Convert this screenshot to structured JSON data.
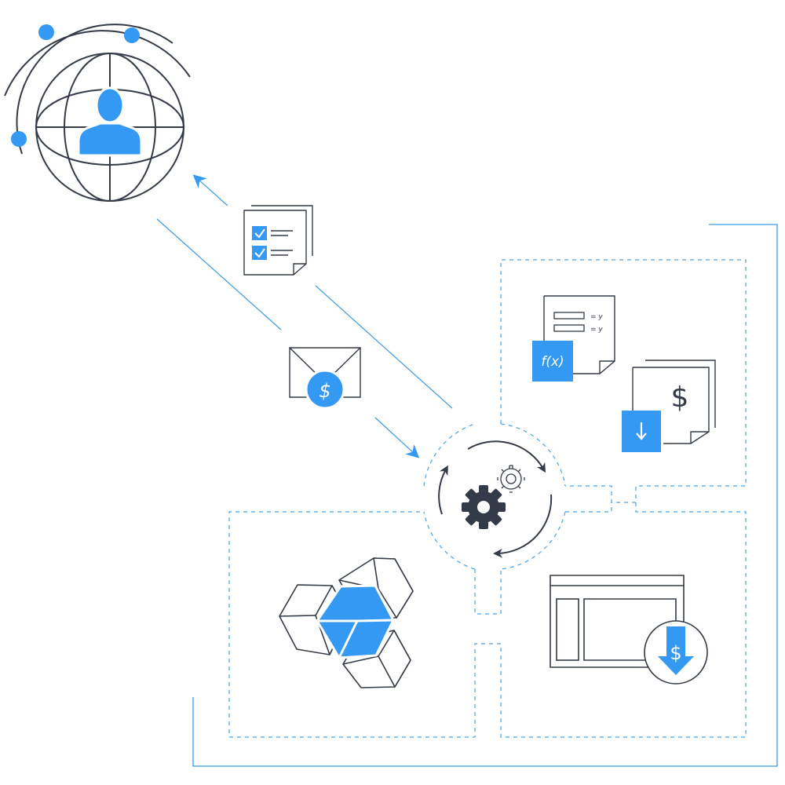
{
  "colors": {
    "accent": "#3399f3",
    "outline": "#333b48",
    "dash": "#4aa3e6",
    "line": "#3d9ae0"
  },
  "icons": {
    "globe": "globe-user-icon",
    "checklist": "checklist-document-icon",
    "envelope": "envelope-dollar-icon",
    "process": "gears-cycle-icon",
    "formula": "formula-document-icon",
    "invoice": "dollar-document-download-icon",
    "cubes": "cubes-icon",
    "window": "window-dollar-download-icon"
  },
  "labels": {
    "fx": "f(x)",
    "eq1": "= y",
    "eq2": "= y",
    "dollar_doc": "$",
    "dollar_env": "$",
    "dollar_window": "$"
  }
}
